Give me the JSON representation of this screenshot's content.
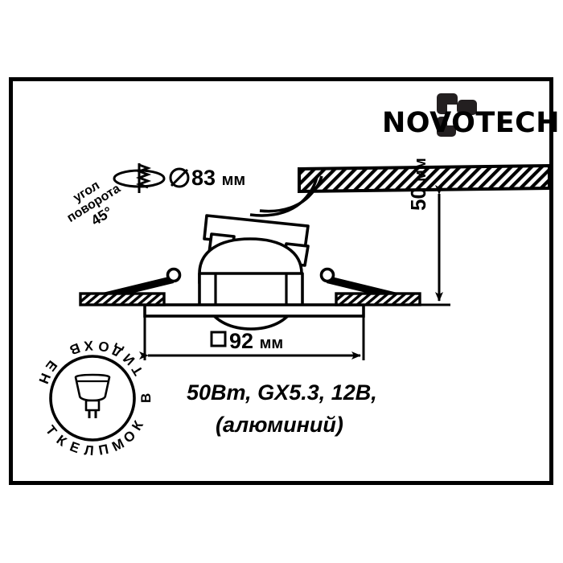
{
  "brand": {
    "wordmark": "NOVOTECH",
    "logo_icon": "novotech-pinwheel-logo"
  },
  "dimensions": {
    "cutout": {
      "symbol": "diameter-symbol",
      "value": "83",
      "unit": "мм",
      "icon": "drill-hole-icon"
    },
    "trim": {
      "symbol": "square-symbol",
      "value": "92",
      "unit": "мм"
    },
    "depth": {
      "value": "50",
      "unit": "мм"
    }
  },
  "notes": {
    "tilt_title_line1": "угол",
    "tilt_title_line2": "поворота",
    "tilt_value": "45°"
  },
  "badge": {
    "ring_text": "НЕ ВХОДИТ В КОМПЛЕКТ",
    "lamp_icon": "gx53-reflector-lamp-icon"
  },
  "specs": {
    "line_1": "50Вт, GX5.3, 12В,",
    "line_2": "(алюминий)"
  },
  "colors": {
    "ink": "#000000",
    "paper": "#ffffff"
  }
}
